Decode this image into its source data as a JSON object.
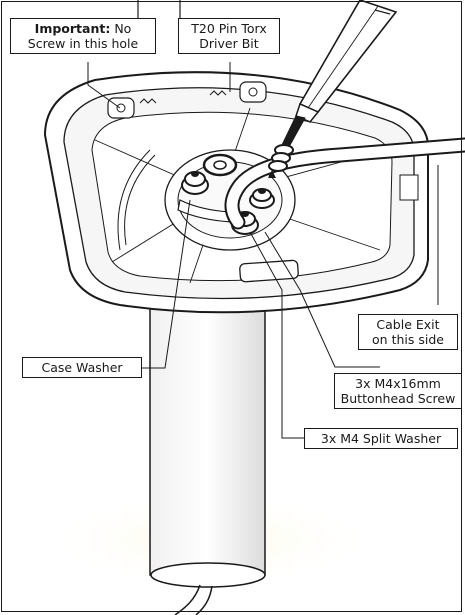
{
  "callouts": {
    "important": {
      "bold": "Important:",
      "rest": " No",
      "line2": "Screw in this hole"
    },
    "bit": {
      "line1": "T20 Pin Torx",
      "line2": "Driver Bit"
    },
    "cable_exit": {
      "line1": "Cable Exit",
      "line2": "on this side"
    },
    "case_washer": {
      "line1": "Case Washer"
    },
    "screw": {
      "line1": "3x M4x16mm",
      "line2": "Buttonhead Screw"
    },
    "split_washer": {
      "line1": "3x M4 Split Washer"
    }
  },
  "colors": {
    "line": "#1a1a1a",
    "fill": "#ffffff",
    "shade": "#e9e9e9",
    "glow": "#fafaf0"
  }
}
